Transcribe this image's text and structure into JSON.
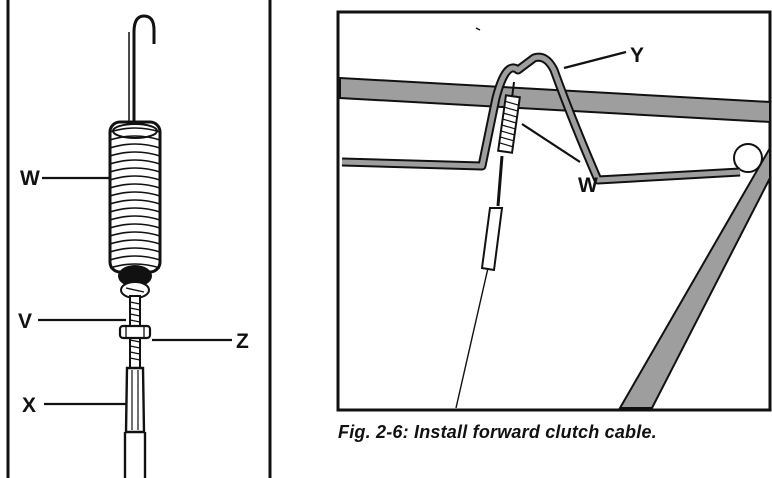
{
  "left_figure": {
    "labels": {
      "w": "W",
      "v": "V",
      "z": "Z",
      "x": "X"
    }
  },
  "right_figure": {
    "labels": {
      "y": "Y",
      "w": "W"
    }
  },
  "caption": "Fig. 2-6: Install forward clutch cable.",
  "colors": {
    "line": "#111111",
    "rail_fill": "#9e9e9e",
    "paper": "#ffffff"
  }
}
